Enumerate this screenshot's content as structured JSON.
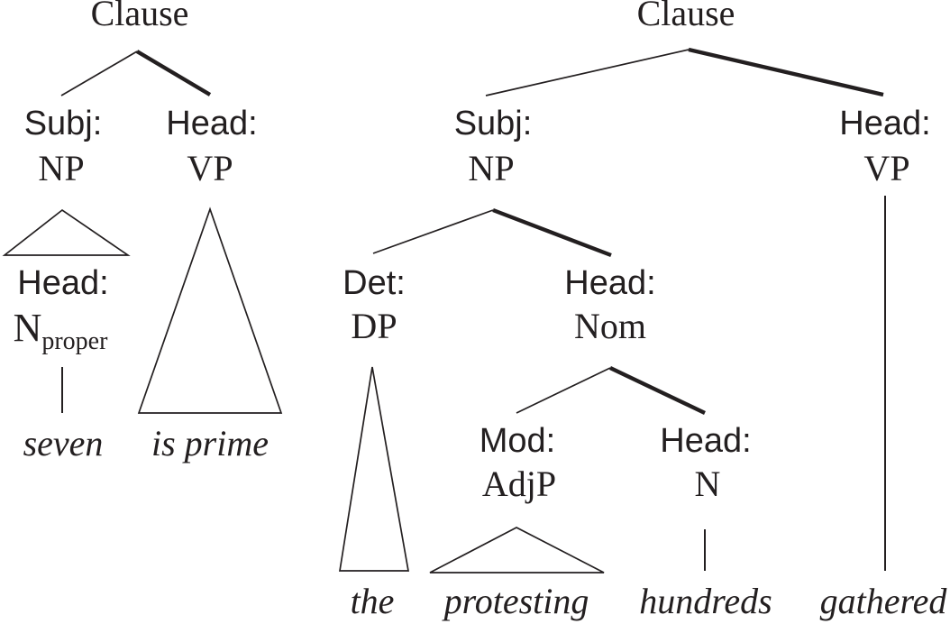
{
  "figure": {
    "colors": {
      "ink": "#231f20",
      "background": "#ffffff"
    },
    "left_tree": {
      "root": "Clause",
      "subj": {
        "fn": "Subj:",
        "cat": "NP"
      },
      "head": {
        "fn": "Head:",
        "cat": "VP"
      },
      "np_head": {
        "fn": "Head:",
        "cat_base": "N",
        "cat_sub": "proper"
      },
      "words": {
        "subj": "seven",
        "pred": "is prime"
      }
    },
    "right_tree": {
      "root": "Clause",
      "subj": {
        "fn": "Subj:",
        "cat": "NP"
      },
      "head": {
        "fn": "Head:",
        "cat": "VP"
      },
      "det": {
        "fn": "Det:",
        "cat": "DP"
      },
      "nom": {
        "fn": "Head:",
        "cat": "Nom"
      },
      "mod": {
        "fn": "Mod:",
        "cat": "AdjP"
      },
      "n": {
        "fn": "Head:",
        "cat": "N"
      },
      "words": {
        "det": "the",
        "mod": "protesting",
        "n": "hundreds",
        "verb": "gathered"
      }
    }
  }
}
